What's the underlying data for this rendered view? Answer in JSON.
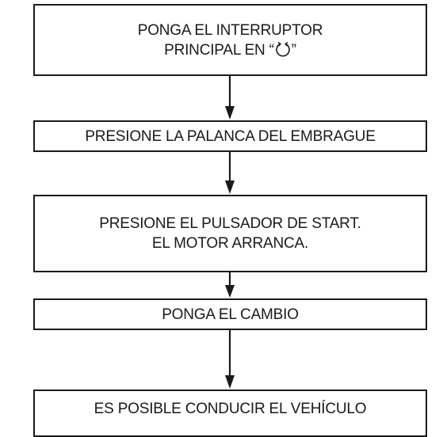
{
  "flowchart": {
    "steps": [
      {
        "lines": [
          "PONGA EL INTERRUPTOR",
          "PRINCIPAL EN “",
          "”"
        ],
        "icon": "ignition-on-icon"
      },
      {
        "lines": [
          "PRESIONE LA PALANCA DEL EMBRAGUE"
        ]
      },
      {
        "lines": [
          "PRESIONE EL PULSADOR DE START.",
          "EL MOTOR ARRANCA."
        ]
      },
      {
        "lines": [
          "PONGA EL CAMBIO"
        ]
      },
      {
        "lines": [
          "ES POSIBLE CONDUCIR EL VEHÍCULO"
        ]
      }
    ]
  }
}
